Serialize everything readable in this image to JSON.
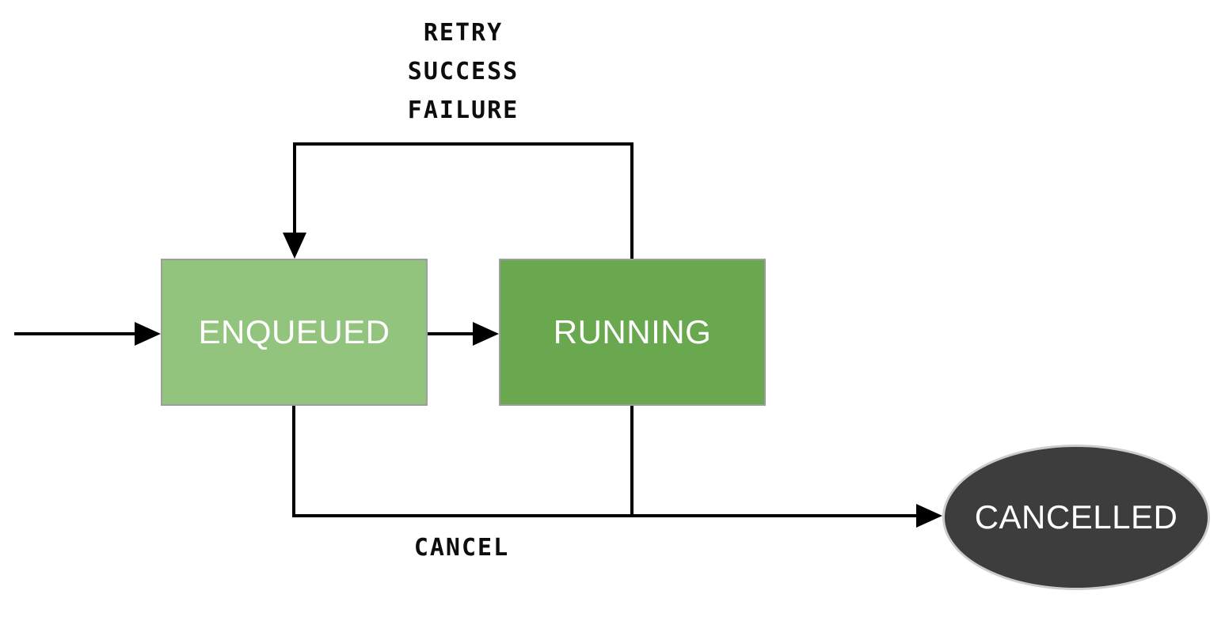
{
  "diagram": {
    "type": "state-diagram",
    "nodes": [
      {
        "id": "enqueued",
        "label": "ENQUEUED",
        "shape": "rectangle",
        "fill": "#93c47d"
      },
      {
        "id": "running",
        "label": "RUNNING",
        "shape": "rectangle",
        "fill": "#6aa84f"
      },
      {
        "id": "cancelled",
        "label": "CANCELLED",
        "shape": "ellipse",
        "fill": "#3d3d3d"
      }
    ],
    "edges": [
      {
        "from": "start",
        "to": "enqueued",
        "label": ""
      },
      {
        "from": "enqueued",
        "to": "running",
        "label": ""
      },
      {
        "from": "running",
        "to": "enqueued",
        "labels": [
          "RETRY",
          "SUCCESS",
          "FAILURE"
        ]
      },
      {
        "from": "enqueued/running",
        "to": "cancelled",
        "label": "CANCEL"
      }
    ],
    "loop_labels": {
      "line1": "RETRY",
      "line2": "SUCCESS",
      "line3": "FAILURE"
    },
    "cancel_label": "CANCEL"
  },
  "colors": {
    "background": "#ffffff",
    "node-enqueued": "#93c47d",
    "node-running": "#6aa84f",
    "node-cancelled": "#3d3d3d",
    "node-border": "#9e9e9e",
    "ellipse-border": "#cccccc",
    "edge": "#000000",
    "node-text": "#ffffff",
    "label-text": "#0d0d0d"
  }
}
